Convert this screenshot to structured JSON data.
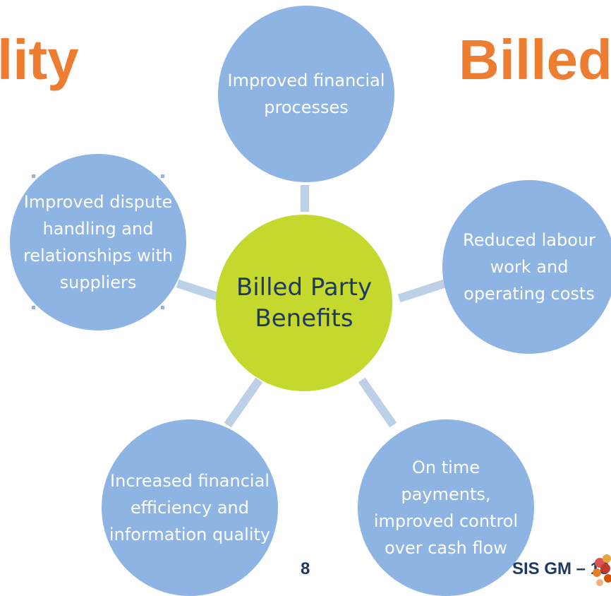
{
  "slide": {
    "title_left": "lity",
    "title_right": "Billed",
    "page_number": "8",
    "footer_right": "SIS GM – 18"
  },
  "diagram": {
    "center": "Billed Party Benefits",
    "nodes": [
      "Improved financial processes",
      "Reduced labour work and operating costs",
      "On time payments, improved control over cash flow",
      "Increased financial efficiency and information quality",
      "Improved dispute handling and relationships with suppliers"
    ]
  },
  "colors": {
    "title": "#ED7D31",
    "outer_fill": "#8EB4E3",
    "outer_text": "#FFFFFF",
    "center_fill": "#C5D82E",
    "center_text": "#1F3864",
    "connector": "#BCD0E8",
    "footer_text": "#1F3864"
  }
}
